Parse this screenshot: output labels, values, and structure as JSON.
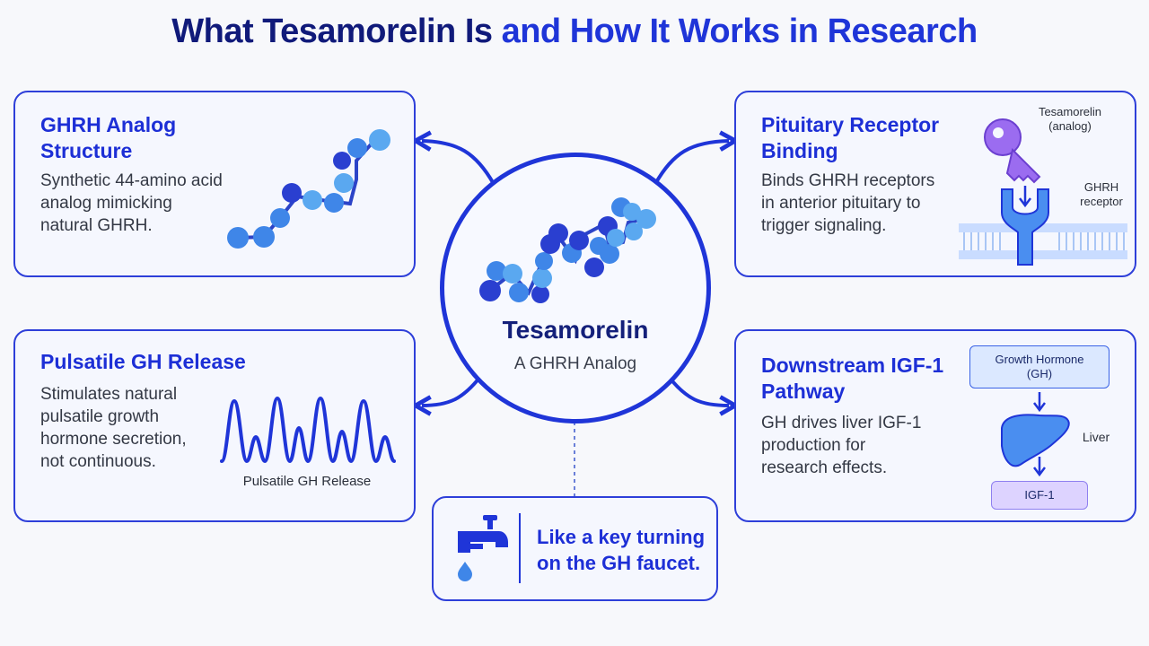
{
  "title_part1": "What Tesamorelin Is",
  "title_part2": "and How It Works in Research",
  "center": {
    "name": "Tesamorelin",
    "subtitle": "A GHRH Analog"
  },
  "cards": {
    "ghrh_analog": {
      "title": "GHRH Analog\nStructure",
      "body": "Synthetic 44-amino acid\nanalog mimicking\nnatural GHRH."
    },
    "pituitary": {
      "title": "Pituitary Receptor\nBinding",
      "body": "Binds GHRH receptors\nin anterior pituitary to\ntrigger signaling.",
      "key_label": "Tesamorelin\n(analog)",
      "receptor_label": "GHRH\nreceptor"
    },
    "pulsatile": {
      "title": "Pulsatile GH Release",
      "body": "Stimulates natural\npulsatile growth\nhormone secretion,\nnot continuous.",
      "wave_label": "Pulsatile GH Release"
    },
    "igf1": {
      "title": "Downstream IGF-1\nPathway",
      "body": "GH drives liver IGF-1\nproduction for\nresearch effects.",
      "gh_box": "Growth Hormone\n(GH)",
      "liver_label": "Liver",
      "igf_box": "IGF-1"
    }
  },
  "analogy": {
    "text": "Like a key turning\non the GH faucet."
  },
  "colors": {
    "primary": "#1f35d8",
    "navy": "#101a7a",
    "bead_light": "#5aa8f0",
    "bead_dark": "#2a3fd0",
    "key": "#9b6cf0"
  }
}
